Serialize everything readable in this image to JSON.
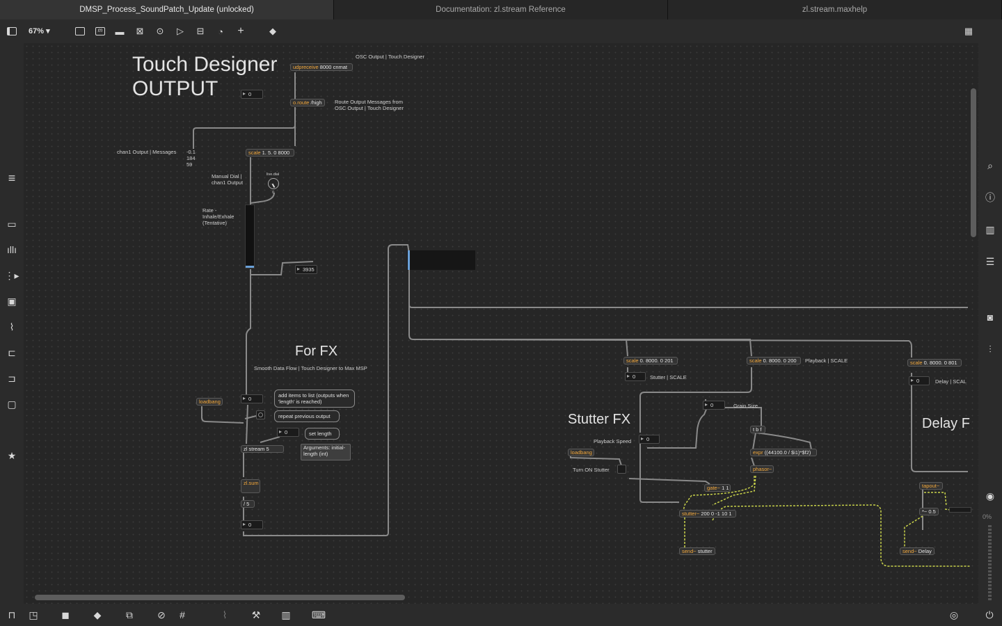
{
  "tabs": [
    {
      "label": "DMSP_Process_SoundPatch_Update (unlocked)",
      "active": true
    },
    {
      "label": "Documentation: zl.stream Reference",
      "active": false
    },
    {
      "label": "zl.stream.maxhelp",
      "active": false
    }
  ],
  "toolbar": {
    "zoom": "67%",
    "icons": [
      "sidebar-toggle-icon",
      "zoom-menu-icon",
      "new-object-icon",
      "new-message-icon",
      "comment-icon",
      "button-object-icon",
      "toggle-object-icon",
      "number-object-icon",
      "slider-object-icon",
      "dial-object-icon",
      "add-object-icon",
      "paint-bucket-icon"
    ]
  },
  "right_toolbar_icon": "grid-keyboard-icon",
  "colors": {
    "accent_orange": "#f3a83b",
    "wire_gray": "#8a8a8a",
    "signal_wire": "#c8d24a"
  },
  "patch": {
    "td_title_line1": "Touch Designer",
    "td_title_line2": "OUTPUT",
    "udpreceive": {
      "name": "udpreceive",
      "args": "8000 cnmat"
    },
    "osc_output_comment": "OSC Output | Touch Designer",
    "num_td": "0",
    "oroute": {
      "name": "o.route",
      "args": "/high"
    },
    "route_comment": "Route Output Messages from OSC Output | Touch Designer",
    "chan1_comment": "chan1 Output | Messages",
    "chan1_values": [
      "-0.1",
      "184",
      "59"
    ],
    "scale1": {
      "name": "scale",
      "args": "1. 5. 0 8000"
    },
    "manual_dial_comment": "Manual Dial | chan1 Output",
    "live_dial_label": "live.dial",
    "live_dial_value": "0",
    "rate_comment": "Rate - Inhale/Exhale (Tentative)",
    "num_3935": "3935",
    "for_fx": "For FX",
    "smooth_comment": "Smooth Data Flow | Touch Designer to Max MSP",
    "loadbang1": "loadbang",
    "num_zl_in": "0",
    "bubble_add": "add items to list (outputs when 'length' is reached)",
    "bubble_repeat": "repeat previous output",
    "num_length": "0",
    "bubble_set": "set length",
    "zlstream": {
      "name": "zl stream",
      "args": "5"
    },
    "arguments_msg": "Arguments: initial-length (int)",
    "zlsum": "zl.sum",
    "div5": "/ 5",
    "num_out": "0",
    "scale_stutter": {
      "name": "scale",
      "args": "0. 8000. 0 201"
    },
    "num_stutter": "0",
    "stutter_scale_comment": "Stutter | SCALE",
    "scale_playback": {
      "name": "scale",
      "args": "0. 8000. 0 200"
    },
    "playback_scale_comment": "Playback | SCALE",
    "scale_delay": {
      "name": "scale",
      "args": "0. 8000. 0 801"
    },
    "num_delay": "0",
    "delay_scale_comment": "Delay | SCAL",
    "num_grain": "0",
    "grain_comment": "Grain Size",
    "stutter_fx": "Stutter FX",
    "delay_fx": "Delay F",
    "playback_speed_comment": "Playback Speed",
    "num_playback": "0",
    "loadbang2": "loadbang",
    "turn_on_stutter": "Turn ON Stutter",
    "tbf": "t b f",
    "expr": {
      "name": "expr",
      "args": "((44100.0 / $i1)*$f2)"
    },
    "phasor": "phasor~",
    "gate": {
      "name": "gate~",
      "args": "1 1"
    },
    "stutter_obj": {
      "name": "stutter~",
      "args": "200 0 -1 10 1"
    },
    "send_stutter": {
      "name": "send~",
      "args": "stutter"
    },
    "tapout": "tapout~",
    "mul05": {
      "name": "*~",
      "args": "0.5"
    },
    "send_delay": {
      "name": "send~",
      "args": "Delay"
    }
  },
  "left_sidebar_icons": [
    "menu-icon",
    "presentation-icon",
    "audio-icon",
    "dsp-status-icon",
    "image-icon",
    "clip-icon",
    "plug-icon",
    "io-icon",
    "window-icon",
    "favorite-star-icon"
  ],
  "right_sidebar_icons": [
    "search-icon",
    "info-icon",
    "book-icon",
    "list-icon",
    "snapshot-icon",
    "mixer-icon",
    "record-icon"
  ],
  "cpu_percent": "0%",
  "bottom_icons": [
    "lock-icon",
    "edit-icon",
    "presentation-mode-icon",
    "comment-bubble-icon",
    "layers-icon",
    "hide-icon",
    "grid-icon",
    "wire-icon",
    "wrench-icon",
    "piano-icon",
    "keyboard-icon",
    "transport-icon",
    "power-icon"
  ]
}
